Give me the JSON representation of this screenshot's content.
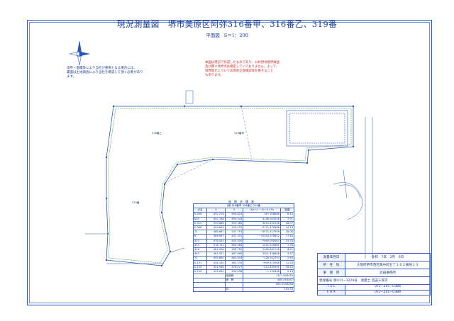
{
  "title": "現況測量図　堺市美原区阿弥316番甲、316番乙、319番",
  "subtitle": {
    "kind": "平面図",
    "scale": "S＝1：200"
  },
  "note_left": [
    "境界・面積等により当社が重要となる場合には、",
    "裏面は土地調査により当社を確認して頂く必要があります。"
  ],
  "note_red": [
    "本図は現況で作成したものであり、公共用地境界線並",
    "及び隣々境界点は確定していておりません。よって、",
    "境界復元については現地立会確認等を要すること",
    "もあります。"
  ],
  "parcels": [
    "316番乙",
    "316番甲",
    "319番"
  ],
  "coord_table": {
    "caption": "座　標　求　積　表",
    "group_label": "(座)316番甲 316番乙,319番",
    "headers": [
      "点名",
      "X",
      "Y",
      "(Xn+1 − Xn−1)·Yn",
      "距離"
    ],
    "rows": [
      [
        "K.306",
        "492.276",
        "494.602",
        "387.358888",
        "6.43"
      ],
      [
        "605",
        "492.768",
        "494.443",
        "4106.043258",
        "7.91"
      ],
      [
        "K.374",
        "500.866",
        "495.380",
        "3615.405108",
        "48.07"
      ],
      [
        "K.368",
        "499.863",
        "543.470",
        "−5771.476988",
        "14.19"
      ],
      [
        "71",
        "486.667",
        "547.791",
        "−3571.417956",
        "18.08"
      ],
      [
        "K",
        "486.667",
        "447.331",
        "−31594.378802",
        "17.44"
      ],
      [
        "423",
        "478.055",
        "445.300",
        "−7649.092664",
        "19.53"
      ],
      [
        "425",
        "478.741",
        "460.960",
        "1415.149681",
        "1.36"
      ],
      [
        "428",
        "481.998",
        "436.750",
        "2485.661748",
        "8.41"
      ],
      [
        "440",
        "481.551",
        "467.666",
        "3021.456608",
        "3.97"
      ],
      [
        "72",
        "495.665",
        "462.943",
        "−126.552794",
        "2.40"
      ],
      [
        "K.191",
        "494.165",
        "463.335",
        "−699.672968",
        "12.18"
      ],
      [
        "K.105",
        "492.966",
        "476.077",
        "−412.895991",
        "18.50"
      ],
      [
        "K.196",
        "492.690",
        "494.636",
        "−1.190408",
        "0.14"
      ]
    ],
    "totals": [
      [
        "倍面積",
        "1371.906535"
      ],
      [
        "面　積",
        "685.953267"
      ],
      [
        "",
        "685.9546088"
      ],
      [
        "坪",
        "192.33"
      ]
    ]
  },
  "info": {
    "date_label": "測量年月日",
    "date_value": "令和　7年　2月　6日",
    "location_label": "所　在　地",
    "location_value": "大阪府堺市西区鳳中町五丁１６２番地１３",
    "office_label": "事　務　所",
    "office_value": "造田事務所",
    "registration": "登録番号 第H11−3229号　測量士 造田三郎次",
    "tel_label": "T E L",
    "tel_value": "072−201−0388",
    "fax_label": "F A X",
    "fax_value": "072−201−0389"
  },
  "colors": {
    "line": "#2a56b8",
    "accent_red": "#c23030",
    "plot_green": "#2e8a3e"
  }
}
